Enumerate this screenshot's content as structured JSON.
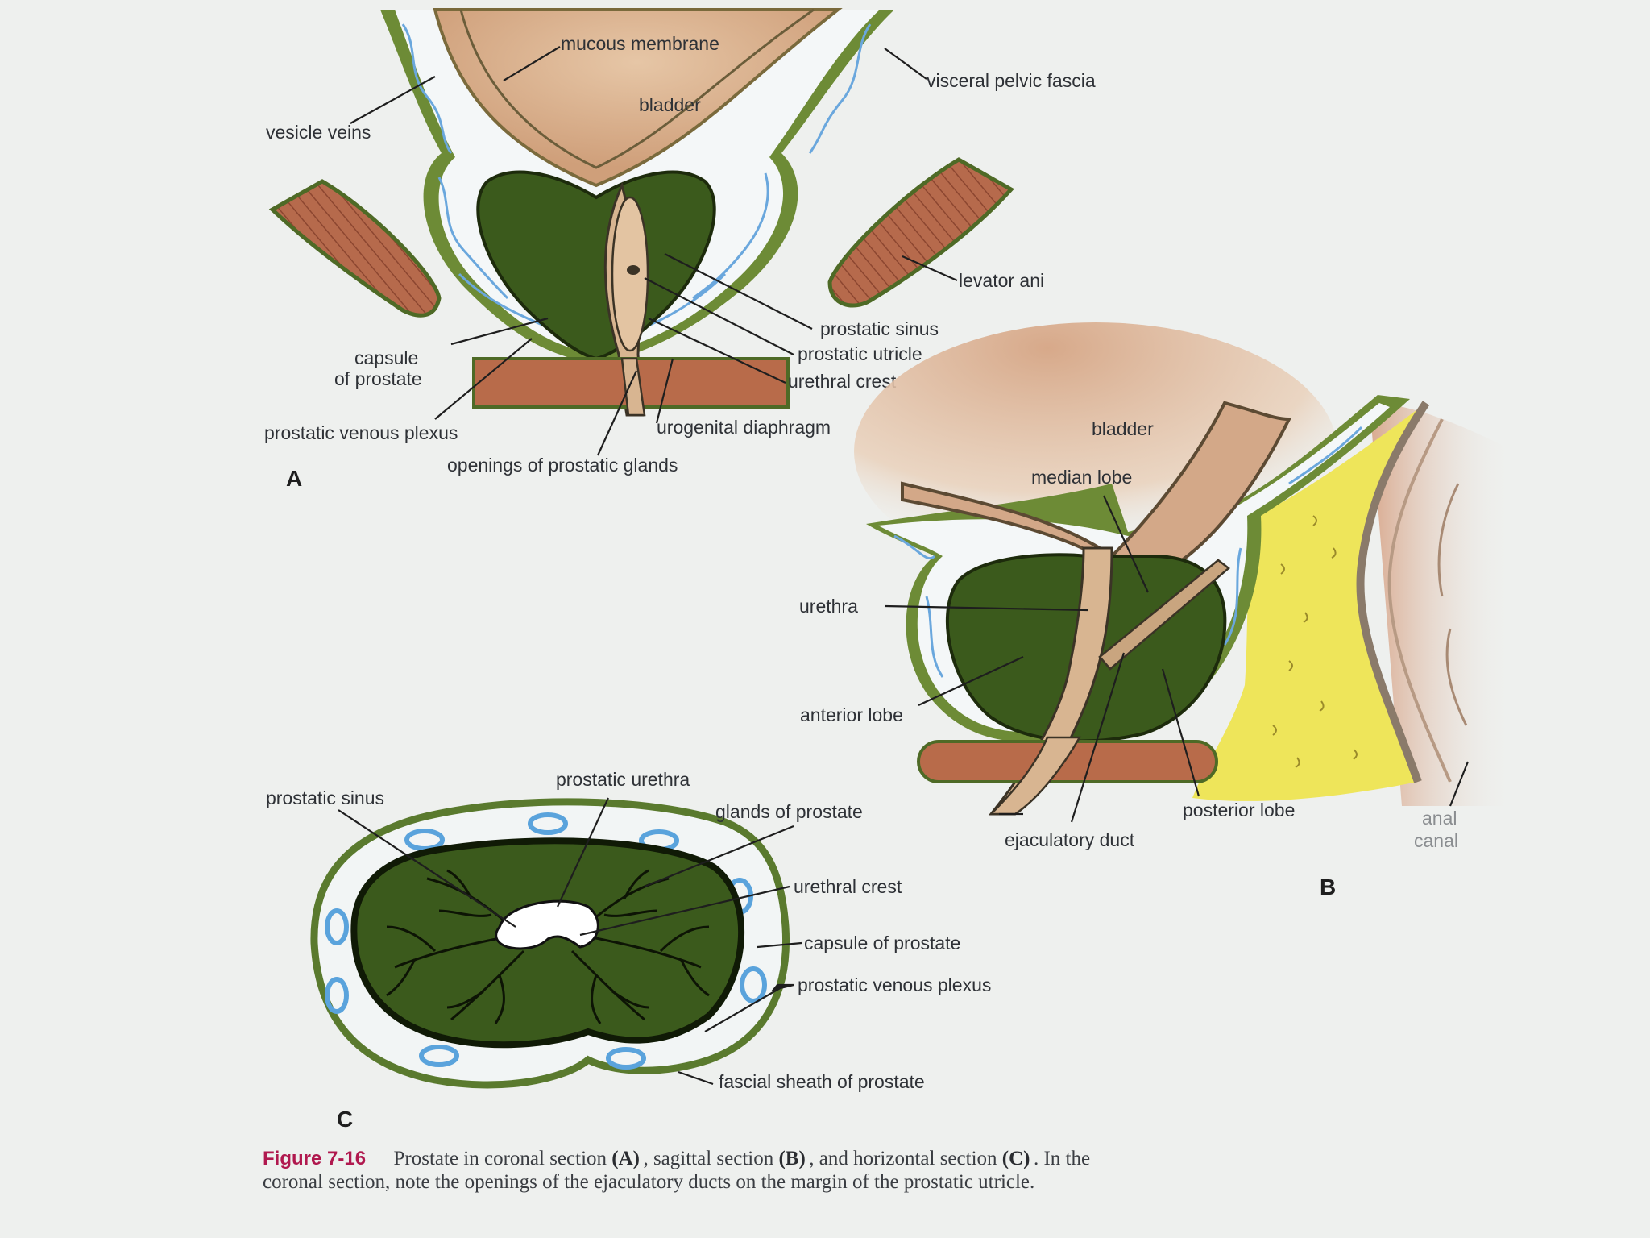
{
  "figure": {
    "number": "Figure 7-16",
    "caption_line1_a": "Prostate in coronal section ",
    "caption_ref_a": "(A)",
    "caption_line1_b": ", sagittal section ",
    "caption_ref_b": "(B)",
    "caption_line1_c": ", and horizontal section ",
    "caption_ref_c": "(C)",
    "caption_line1_d": ". In the",
    "caption_line2": "coronal section, note the openings of the ejaculatory ducts on the margin of the prostatic utricle."
  },
  "panel_a": {
    "letter": "A",
    "labels": {
      "mucous_membrane": "mucous membrane",
      "bladder": "bladder",
      "visceral_pelvic_fascia": "visceral pelvic fascia",
      "vesicle_veins": "vesicle veins",
      "levator_ani": "levator ani",
      "prostatic_sinus": "prostatic sinus",
      "prostatic_utricle": "prostatic utricle",
      "urethral_crest": "urethral crest",
      "capsule_line1": "capsule",
      "capsule_line2": "of prostate",
      "prostatic_venous_plexus": "prostatic venous plexus",
      "urogenital_diaphragm": "urogenital diaphragm",
      "openings_of_prostatic_glands": "openings of prostatic glands"
    }
  },
  "panel_b": {
    "letter": "B",
    "labels": {
      "bladder": "bladder",
      "median_lobe": "median lobe",
      "urethra": "urethra",
      "anterior_lobe": "anterior lobe",
      "posterior_lobe": "posterior lobe",
      "ejaculatory_duct": "ejaculatory duct",
      "anal_line1": "anal",
      "anal_line2": "canal"
    }
  },
  "panel_c": {
    "letter": "C",
    "labels": {
      "prostatic_sinus": "prostatic sinus",
      "prostatic_urethra": "prostatic urethra",
      "glands_of_prostate": "glands of prostate",
      "urethral_crest": "urethral crest",
      "capsule_of_prostate": "capsule of prostate",
      "prostatic_venous_plexus": "prostatic venous plexus",
      "fascial_sheath_of_prostate": "fascial sheath of prostate"
    }
  },
  "colors": {
    "bladder": "#d9b595",
    "prostate_green": "#3b5a1c",
    "fascia_border": "#5a7a2e",
    "muscle": "#b66a4c",
    "venous_blue": "#5aa3dc",
    "fat_yellow": "#eee55a",
    "background": "#eef0ee"
  }
}
